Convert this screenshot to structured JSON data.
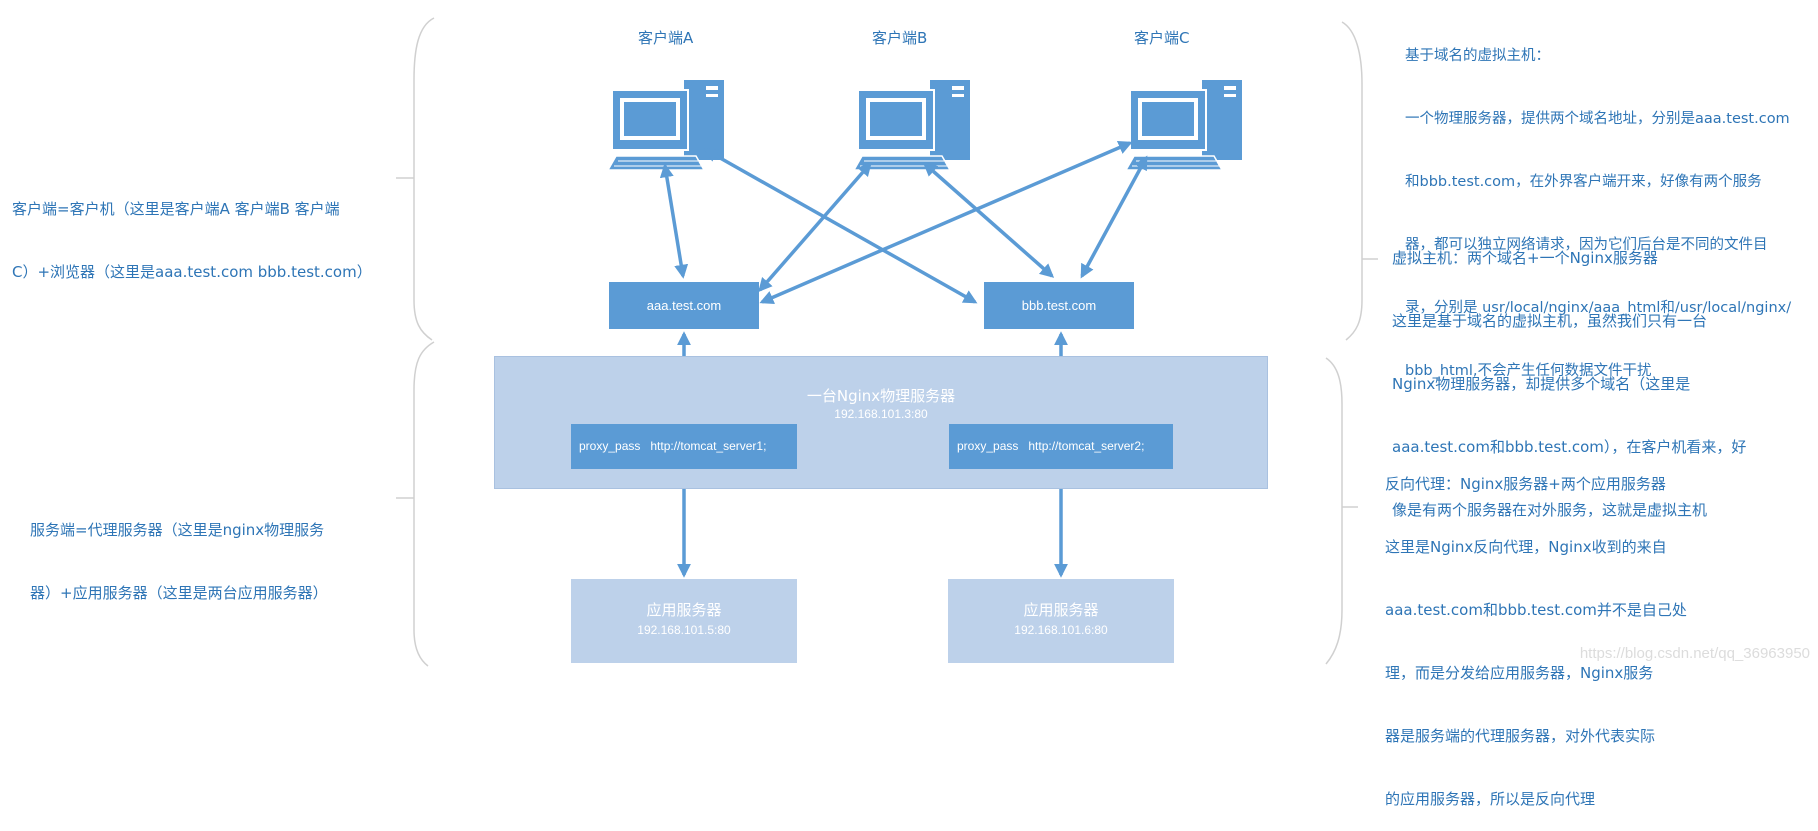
{
  "clients": [
    {
      "label": "客户端A"
    },
    {
      "label": "客户端B"
    },
    {
      "label": "客户端C"
    }
  ],
  "domains": [
    "aaa.test.com",
    "bbb.test.com"
  ],
  "nginx": {
    "title": "一台Nginx物理服务器",
    "ip": "192.168.101.3:80"
  },
  "proxies": [
    "proxy_pass   http://tomcat_server1;",
    "proxy_pass   http://tomcat_server2;"
  ],
  "apps": [
    {
      "title": "应用服务器",
      "ip": "192.168.101.5:80"
    },
    {
      "title": "应用服务器",
      "ip": "192.168.101.6:80"
    }
  ],
  "notes": {
    "client_side": [
      "客户端=客户机（这里是客户端A 客户端B 客户端",
      "C）+浏览器（这里是aaa.test.com bbb.test.com）"
    ],
    "server_side": [
      "服务端=代理服务器（这里是nginx物理服务",
      "器）+应用服务器（这里是两台应用服务器）"
    ],
    "domain_vhost": [
      "基于域名的虚拟主机：",
      "一个物理服务器，提供两个域名地址，分别是aaa.test.com",
      "和bbb.test.com，在外界客户端开来，好像有两个服务",
      "器，都可以独立网络请求，因为它们后台是不同的文件目",
      "录，分别是 usr/local/nginx/aaa_html和/usr/local/nginx/",
      "bbb_html,不会产生任何数据文件干扰"
    ],
    "virtual_host": [
      "虚拟主机：两个域名+一个Nginx服务器",
      "这里是基于域名的虚拟主机，虽然我们只有一台",
      "Nginx物理服务器，却提供多个域名（这里是",
      "aaa.test.com和bbb.test.com），在客户机看来，好",
      "像是有两个服务器在对外服务，这就是虚拟主机"
    ],
    "reverse_proxy": [
      "反向代理：Nginx服务器+两个应用服务器",
      "这里是Nginx反向代理，Nginx收到的来自",
      "aaa.test.com和bbb.test.com并不是自己处",
      "理，而是分发给应用服务器，Nginx服务",
      "器是服务端的代理服务器，对外代表实际",
      "的应用服务器，所以是反向代理"
    ]
  },
  "watermark": "https://blog.csdn.net/qq_36963950",
  "colors": {
    "accent": "#5b9bd5",
    "light": "#bdd1ea",
    "text": "#2e75b6"
  }
}
